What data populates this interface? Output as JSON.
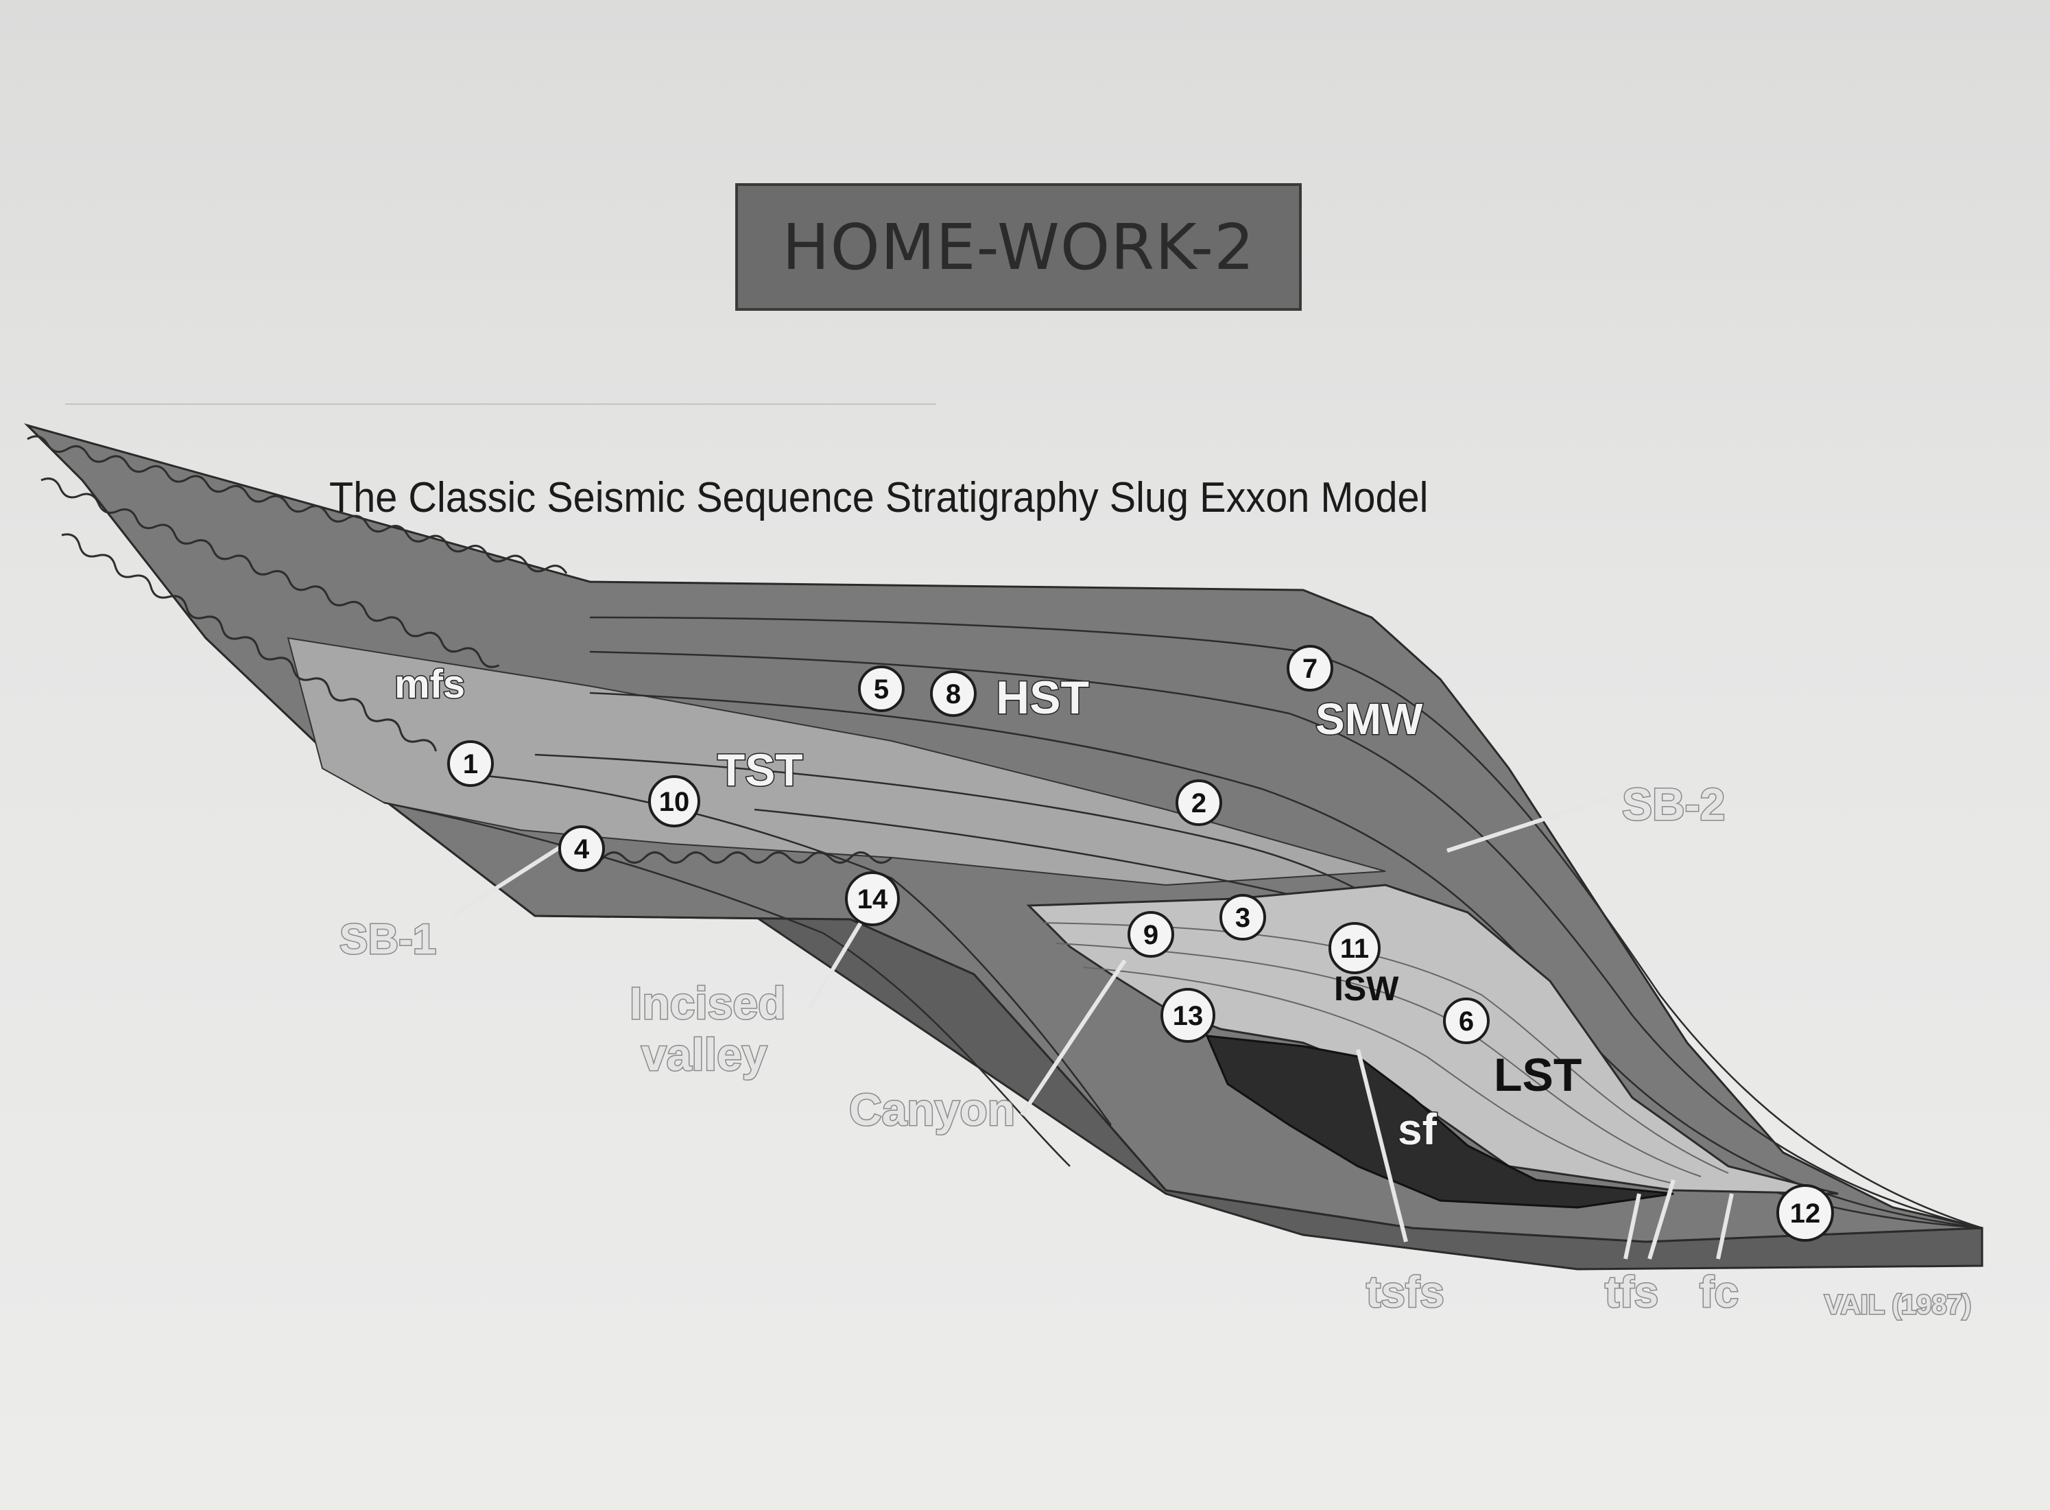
{
  "header": {
    "title": "HOME-WORK-2"
  },
  "subtitle": "The Classic Seismic Sequence Stratigraphy Slug Exxon Model",
  "labels": {
    "mfs": "mfs",
    "hst": "HST",
    "tst": "TST",
    "smw": "SMW",
    "lst": "LST",
    "isw": "ISW",
    "sf": "sf",
    "sb1": "SB-1",
    "sb2": "SB-2",
    "incised_line1": "Incised",
    "incised_line2": "valley",
    "canyon": "Canyon",
    "tsfs": "tsfs",
    "tfs": "tfs",
    "fc": "fc",
    "credit": "VAIL (1987)"
  },
  "markers": [
    "1",
    "2",
    "3",
    "4",
    "5",
    "6",
    "7",
    "8",
    "9",
    "10",
    "11",
    "12",
    "13",
    "14"
  ],
  "colors": {
    "background": "#e6e6e5",
    "title_box": "#6c6c6c",
    "strata_dark": "#5e5e5e",
    "strata_mid": "#8b8b8b",
    "strata_light": "#a9a9a9",
    "lst_fill": "#b9b9b9",
    "sf_fill": "#2c2c2c"
  }
}
